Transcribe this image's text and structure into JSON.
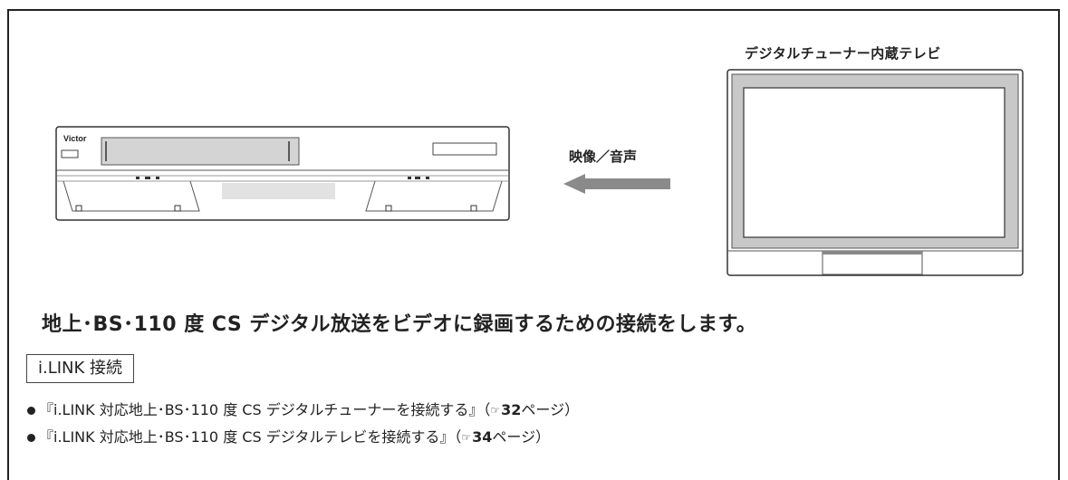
{
  "tv": {
    "label": "デジタルチューナー内蔵テレビ"
  },
  "vcr": {
    "brand": "Victor"
  },
  "signal": {
    "label": "映像／音声"
  },
  "headline": "地上･BS･110 度 CS デジタル放送をビデオに録画するための接続をします。",
  "section_badge": "i.LINK 接続",
  "bullets": [
    {
      "text": "『i.LINK 対応地上･BS･110 度 CS デジタルチューナーを接続する』（",
      "ref_icon": "☞",
      "page": "32",
      "suffix": " ページ）"
    },
    {
      "text": "『i.LINK 対応地上･BS･110 度 CS デジタルテレビを接続する』（",
      "ref_icon": "☞",
      "page": "34",
      "suffix": " ページ）"
    }
  ],
  "colors": {
    "frame": "#222222",
    "arrow": "#8a8a8a",
    "tv_bezel": "#c8c8c8"
  }
}
